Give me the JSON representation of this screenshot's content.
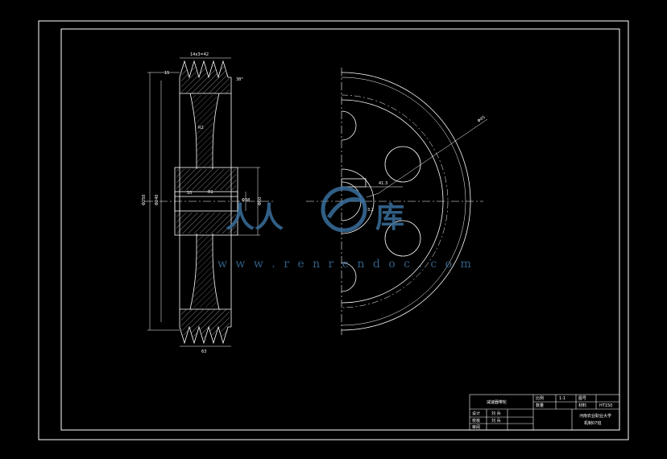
{
  "title_block": {
    "drawing_name": "减速器带轮",
    "scale_label": "比例",
    "scale_value": "1:1",
    "drawing_no_label": "图号",
    "quantity_label": "数量",
    "material_label": "材料",
    "material_value": "HT150",
    "designer_label": "设计",
    "designer_name": "刘 兵",
    "checker_label": "校核",
    "checker_name": "刘 兵",
    "approve_label": "审阅",
    "school": "河南农业职业大学",
    "class": "机制07班"
  },
  "dimensions": {
    "top_width": "14x3=42",
    "bore_dia": "Φ38",
    "keyway": "10",
    "radius": "R1",
    "angle": "38°",
    "overall_dia": "Φ250",
    "pitch_circle": "Φ240",
    "hub_dia": "Φ60",
    "bottom_width": "63",
    "groove_depth": "15",
    "rim_label": "R2",
    "hole_note": "Φ45",
    "key_note": "41.3",
    "surface_note": "3.2"
  },
  "watermark": {
    "cn": "人人文库",
    "url": "w w w . r e n r e n d o c . c o m"
  }
}
